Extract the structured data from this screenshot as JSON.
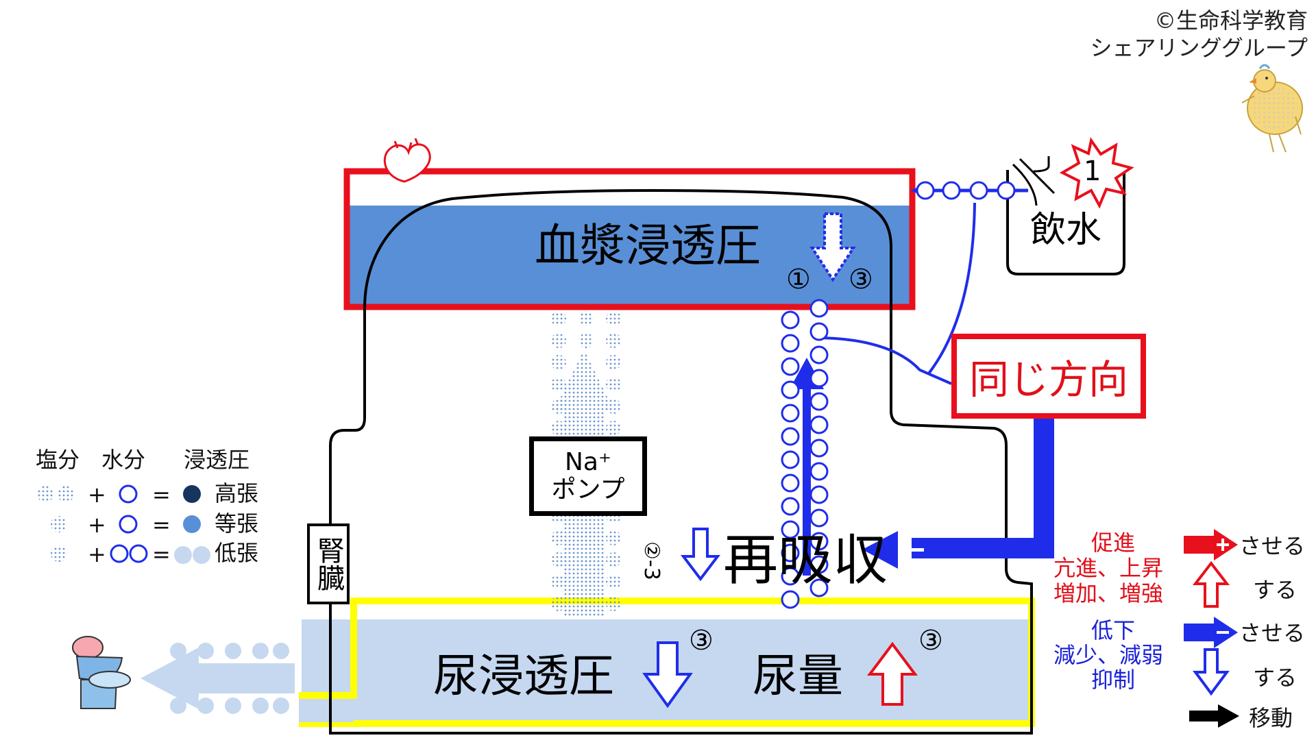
{
  "credit": {
    "line1": "©生命科学教育",
    "line2": "シェアリンググループ"
  },
  "labels": {
    "plasma": "血漿浸透圧",
    "circle1": "①",
    "circle3": "③",
    "drink": "飲水",
    "same": "同じ方向",
    "pump1": "Na⁺",
    "pump2": "ポンプ",
    "reabsorb": "再吸収",
    "step23": "②-3",
    "kidney": "腎臓",
    "urine_osm": "尿浸透圧",
    "urine_vol": "尿量",
    "star_num": "1",
    "minus": "-"
  },
  "legend": {
    "salt": "塩分",
    "water": "水分",
    "osm": "浸透圧",
    "plus": "+",
    "eq": "=",
    "high": "高張",
    "iso": "等張",
    "low": "低張"
  },
  "key": {
    "promote": "促進",
    "promote2": "亢進、上昇",
    "promote3": "増加、増強",
    "decrease": "低下",
    "decrease2": "減少、減弱",
    "decrease3": "抑制",
    "make": "させる",
    "do": "する",
    "move": "移動"
  },
  "colors": {
    "plasma_fill": "#598fd6",
    "urine_fill": "#c5d8f0",
    "red": "#e8101c",
    "blue": "#1f2dea",
    "yellow": "#ffff00",
    "dark_navy": "#17345e"
  }
}
